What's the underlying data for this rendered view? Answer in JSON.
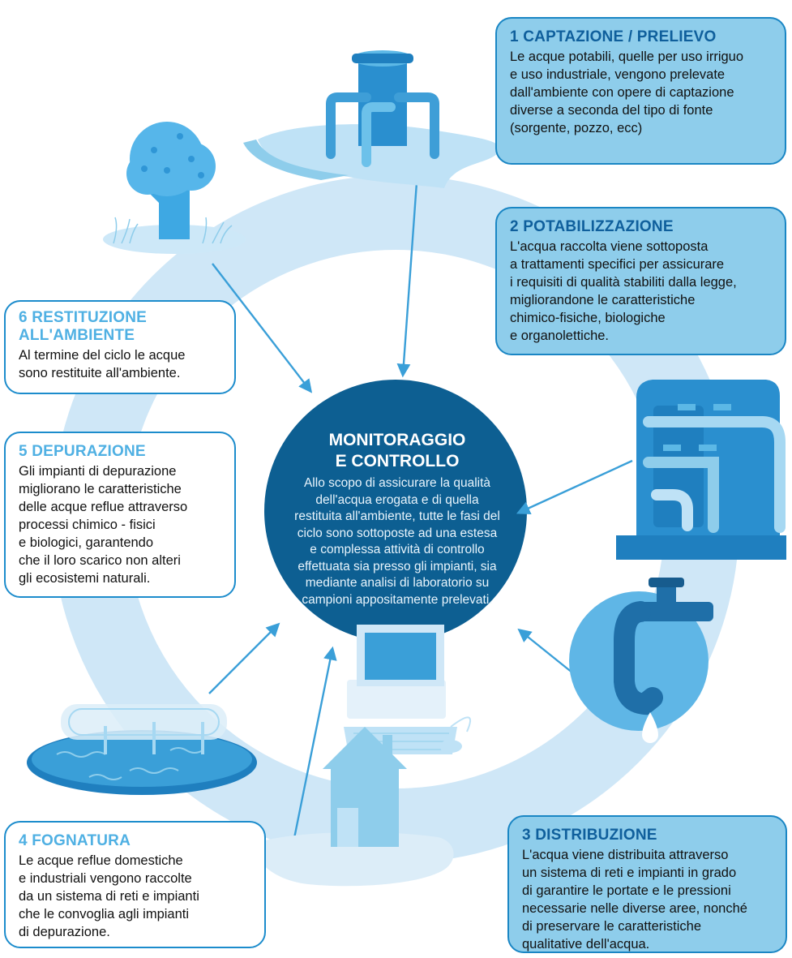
{
  "colors": {
    "ring": "#cfe7f7",
    "center": "#0d5f92",
    "accent_dark": "#0f5f9c",
    "accent_light": "#4fb0e3",
    "box_fill": "#8ecdeb",
    "box_border": "#1c8ccc"
  },
  "center": {
    "title": "MONITORAGGIO\nE CONTROLLO",
    "text": "Allo scopo di assicurare la qualità\ndell'acqua erogata e di quella\nrestituita all'ambiente, tutte le fasi del\nciclo sono sottoposte ad una estesa\ne complessa attività di controllo\neffettuata sia presso gli impianti, sia\nmediante analisi di laboratorio su\ncampioni appositamente prelevati."
  },
  "steps": [
    {
      "title": "1 CAPTAZIONE / PRELIEVO",
      "text": "Le acque potabili, quelle per uso irriguo\ne uso industriale, vengono prelevate\ndall'ambiente con opere di captazione\ndiverse a seconda del tipo di fonte\n(sorgente, pozzo, ecc)"
    },
    {
      "title": "2 POTABILIZZAZIONE",
      "text": "L'acqua raccolta viene sottoposta\na  trattamenti specifici per assicurare\ni requisiti di qualità stabiliti dalla legge,\nmigliorandone le caratteristiche\nchimico-fisiche, biologiche\ne organolettiche."
    },
    {
      "title": "3 DISTRIBUZIONE",
      "text": "L'acqua viene distribuita attraverso\nun sistema di reti e impianti in grado\ndi garantire le portate e le pressioni\nnecessarie nelle diverse aree, nonché\ndi preservare le caratteristiche\nqualitative dell'acqua."
    },
    {
      "title": "4 FOGNATURA",
      "text": "Le acque reflue domestiche\ne industriali vengono raccolte\nda un sistema di reti e impianti\nche le convoglia agli impianti\ndi depurazione."
    },
    {
      "title": "5 DEPURAZIONE",
      "text": "Gli impianti di depurazione\nmigliorano le caratteristiche\ndelle acque reflue attraverso\nprocessi chimico - fisici\ne biologici, garantendo\nche il loro scarico non alteri\ngli ecosistemi naturali."
    },
    {
      "title": "6 RESTITUZIONE\nALL'AMBIENTE",
      "text": "Al termine del ciclo le acque\nsono restituite all'ambiente."
    }
  ],
  "icons": [
    "water-intake-icon",
    "treatment-plant-icon",
    "water-tap-icon",
    "house-icon",
    "purifier-tank-icon",
    "tree-icon",
    "computer-icon"
  ]
}
